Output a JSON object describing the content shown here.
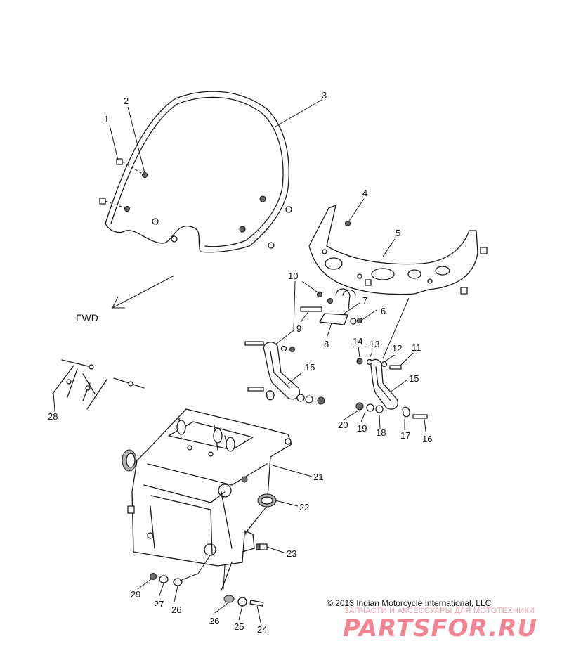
{
  "direction_label": "FWD",
  "copyright": "© 2013 Indian Motorcycle International, LLC",
  "watermark": {
    "tagline": "ЗАПЧАСТИ И АКСЕССУАРЫ ДЛЯ МОТОТЕХНИКИ",
    "logo": "PARTSFOR.RU",
    "color": "#f0707e"
  },
  "callouts": [
    "1",
    "2",
    "3",
    "4",
    "5",
    "6",
    "7",
    "8",
    "9",
    "10",
    "11",
    "12",
    "13",
    "14",
    "15",
    "15",
    "16",
    "17",
    "18",
    "19",
    "20",
    "21",
    "22",
    "23",
    "24",
    "25",
    "26",
    "26",
    "27",
    "28",
    "29"
  ]
}
